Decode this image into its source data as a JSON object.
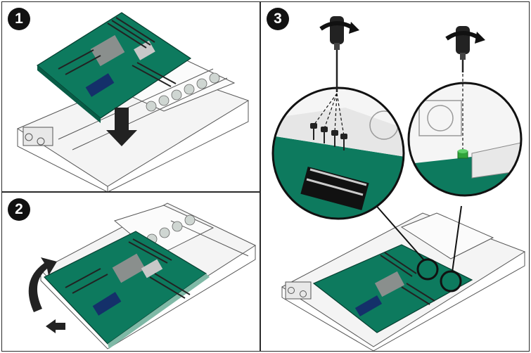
{
  "steps": [
    {
      "number": "1",
      "action": "lower-motherboard-into-chassis"
    },
    {
      "number": "2",
      "action": "slide-motherboard-and-tilt-down"
    },
    {
      "number": "3",
      "action": "install-motherboard-screws"
    }
  ],
  "colors": {
    "board": "#0d7a5e",
    "board_dark": "#085c46",
    "chassis_line": "#555555",
    "arrow": "#222222",
    "standoff": "#2fa33a",
    "panel_border": "#2a2a2a"
  },
  "icons": [
    "down-arrow-icon",
    "rotate-arrow-icon",
    "push-arrow-icon",
    "screwdriver-icon",
    "rotation-arrow-icon",
    "screw-icon",
    "standoff-icon"
  ]
}
